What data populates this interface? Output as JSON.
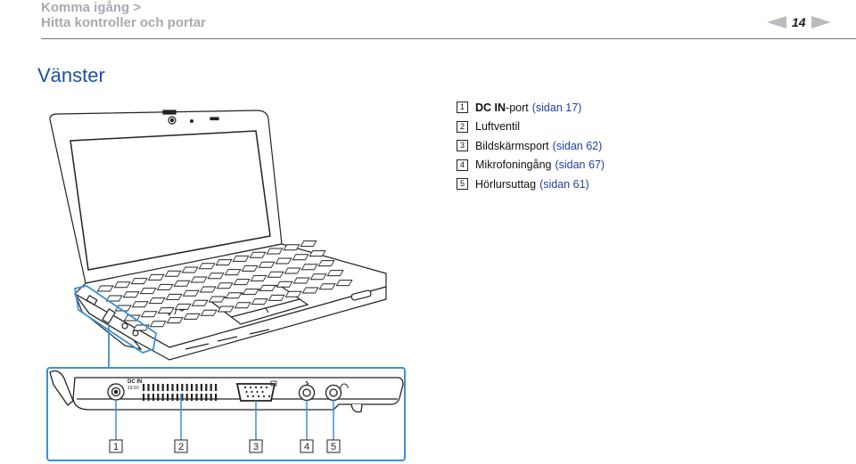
{
  "header": {
    "breadcrumb_line1": "Komma igång >",
    "breadcrumb_line2": "Hitta kontroller och portar",
    "page_number": "14"
  },
  "section": {
    "title": "Vänster"
  },
  "legend": [
    {
      "num": "1",
      "bold": "DC IN",
      "text": "-port",
      "ref": "(sidan 17)"
    },
    {
      "num": "2",
      "bold": "",
      "text": "Luftventil",
      "ref": ""
    },
    {
      "num": "3",
      "bold": "",
      "text": "Bildskärmsport",
      "ref": "(sidan 62)"
    },
    {
      "num": "4",
      "bold": "",
      "text": "Mikrofoningång",
      "ref": "(sidan 67)"
    },
    {
      "num": "5",
      "bold": "",
      "text": "Hörlursuttag",
      "ref": "(sidan 61)"
    }
  ],
  "callouts": [
    "1",
    "2",
    "3",
    "4",
    "5"
  ],
  "port_labels": {
    "dc_in": "DC IN",
    "voltage": "19.5V"
  },
  "colors": {
    "highlight": "#3d8fd6",
    "title": "#1f4fa8",
    "ref": "#1f3fa0"
  }
}
